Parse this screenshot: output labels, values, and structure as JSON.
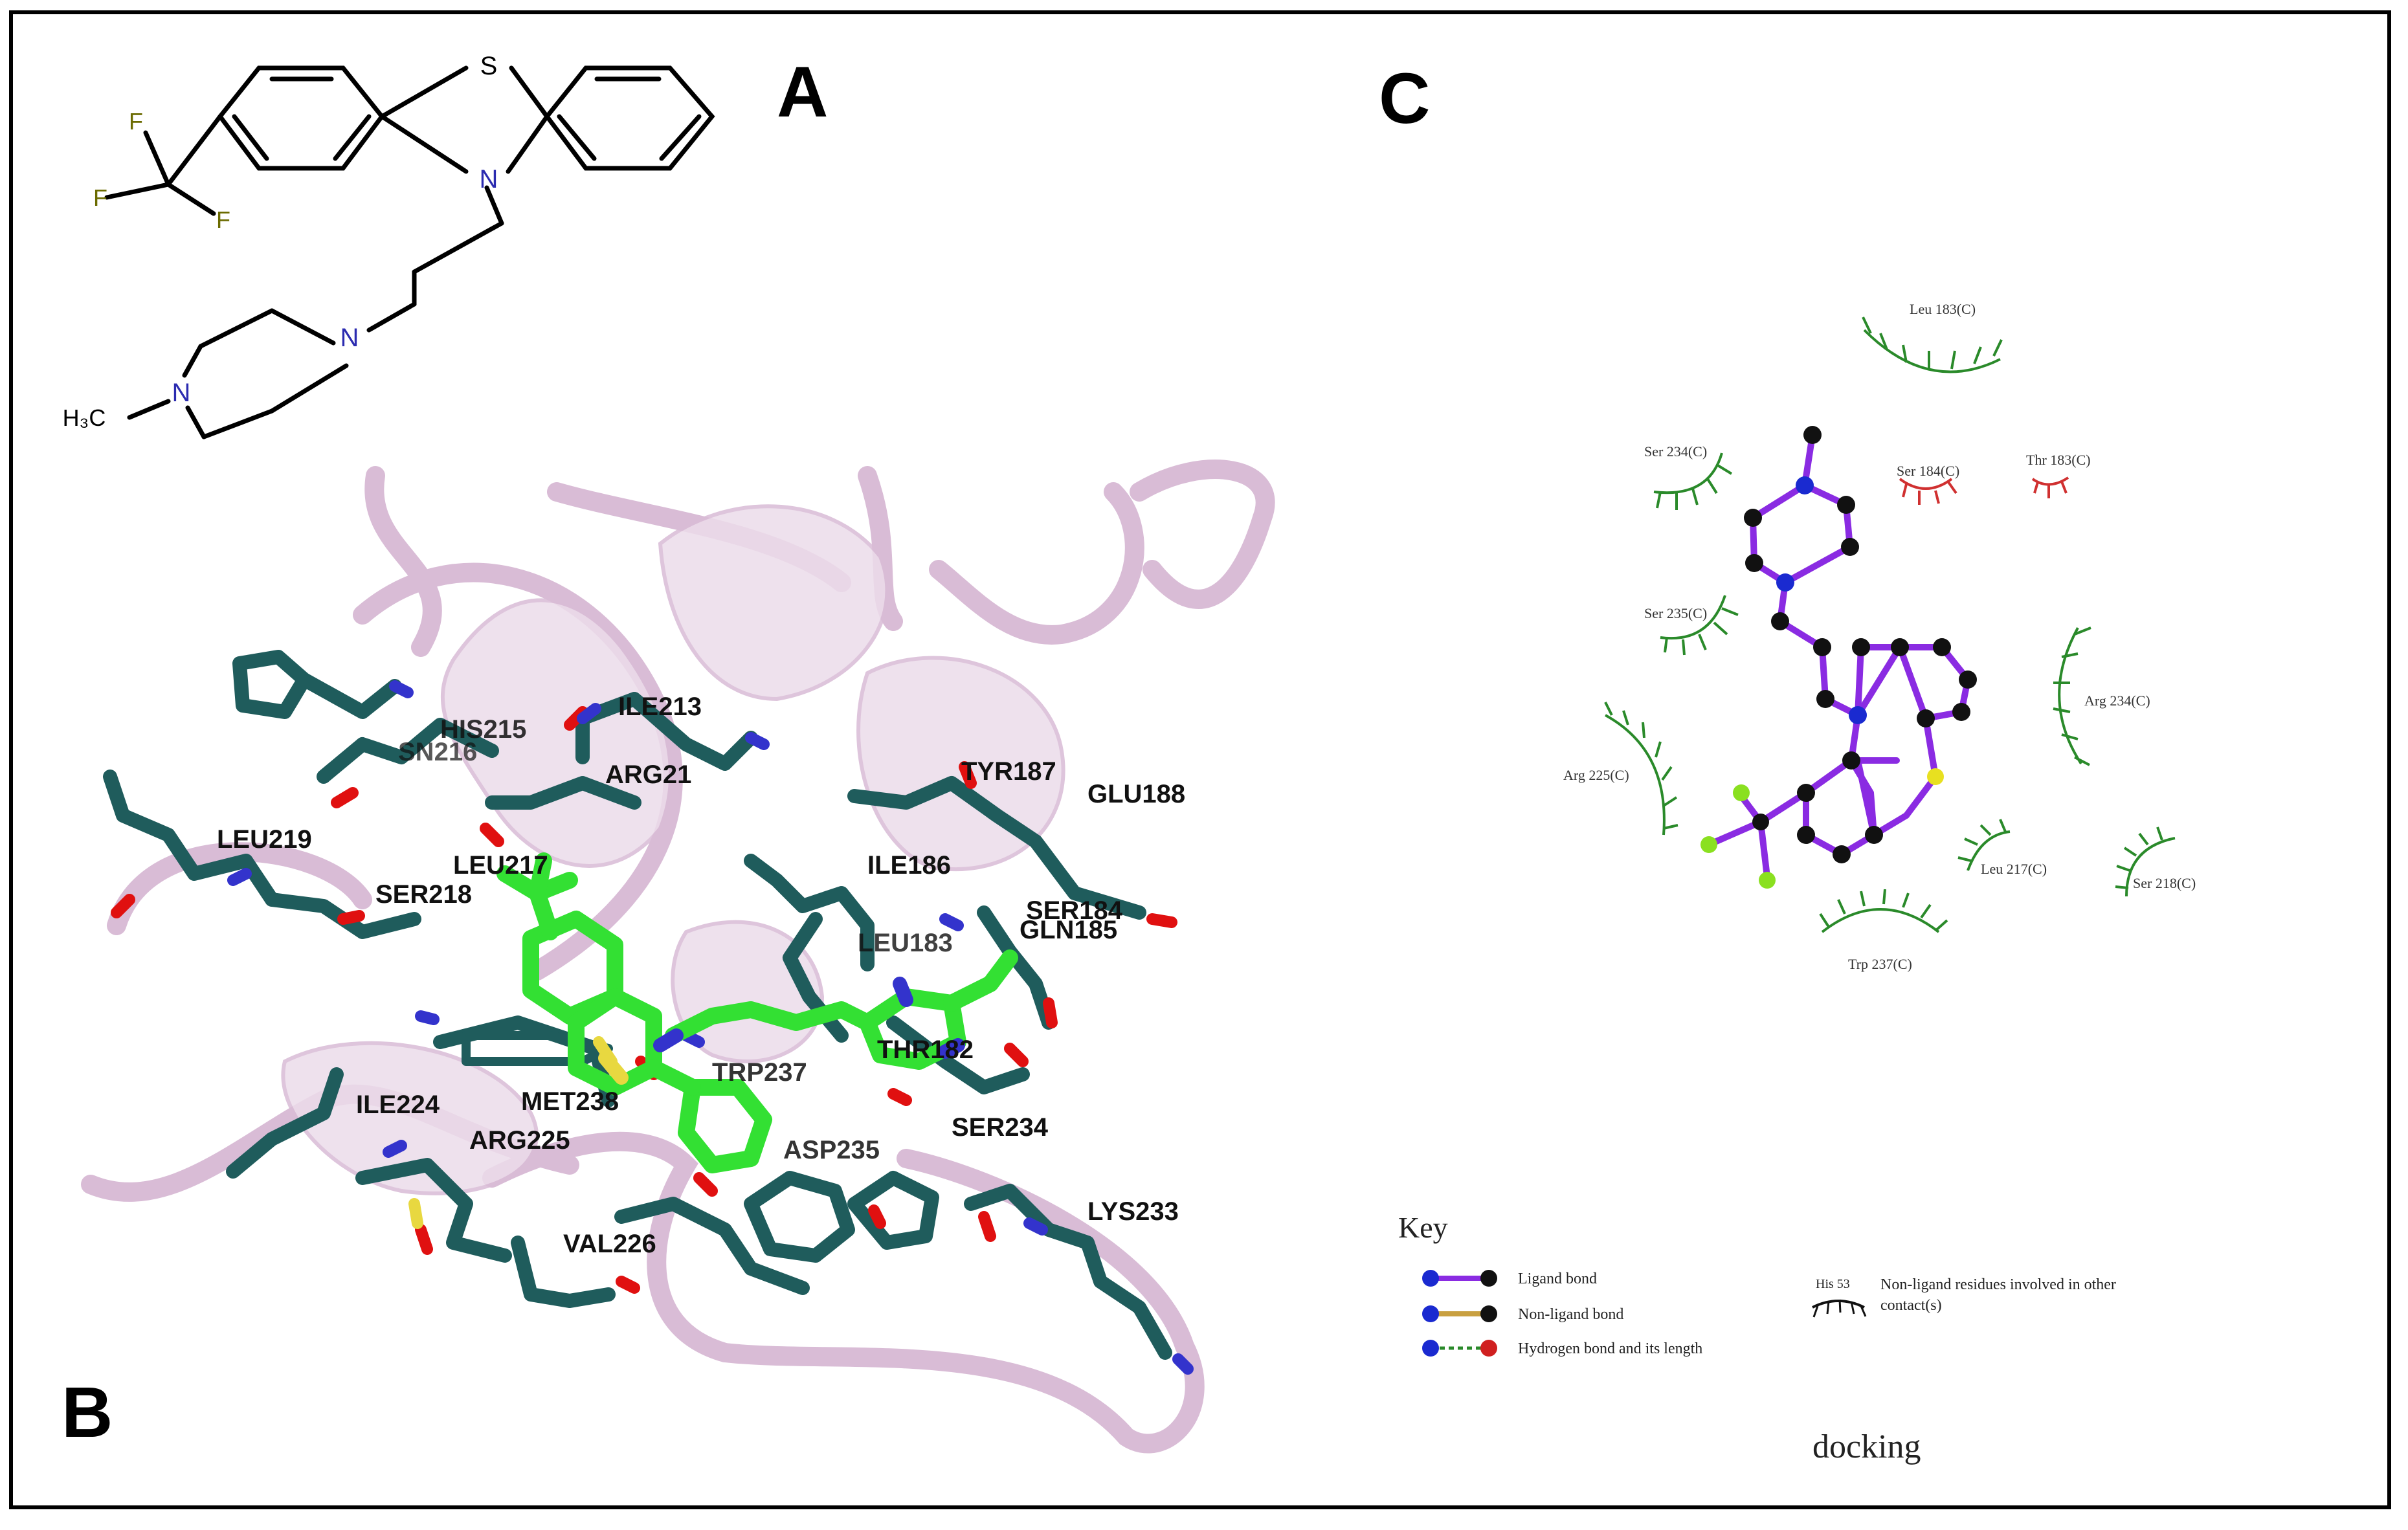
{
  "panels": {
    "a": "A",
    "b": "B",
    "c": "C"
  },
  "structure_a": {
    "atoms": {
      "s": "S",
      "n_ring": "N",
      "n_pip1": "N",
      "n_pip2": "N",
      "f1": "F",
      "f2": "F",
      "f3": "F",
      "methyl": "H₃C"
    },
    "colors": {
      "bond": "#000000",
      "nitrogen": "#2b2bb0",
      "fluorine": "#6b6b00"
    }
  },
  "residues_b": [
    "HIS215",
    "SN216",
    "ILE213",
    "ARG21",
    "LEU219",
    "LEU217",
    "SER218",
    "TYR187",
    "GLU188",
    "ILE186",
    "SER184",
    "LEU183",
    "GLN185",
    "THR182",
    "TRP237",
    "ILE224",
    "MET238",
    "ARG225",
    "ASP235",
    "SER234",
    "VAL226",
    "LYS233"
  ],
  "colors_b": {
    "ribbon": "#d9bcd6",
    "residue": "#1f5c5c",
    "ligand": "#33e033",
    "oxygen": "#e01010",
    "nitrogen": "#3333cc",
    "sulfur": "#e8d840"
  },
  "ligplot_c": {
    "residues": [
      {
        "label": "Leu 183(C)",
        "color": "#2a8a2a"
      },
      {
        "label": "Ser 234(C)",
        "color": "#2a8a2a"
      },
      {
        "label": "Ser 184(C)",
        "color": "#d03030"
      },
      {
        "label": "Thr 183(C)",
        "color": "#d03030"
      },
      {
        "label": "Ser 235(C)",
        "color": "#2a8a2a"
      },
      {
        "label": "Arg 234(C)",
        "color": "#2a8a2a"
      },
      {
        "label": "Arg 225(C)",
        "color": "#2a8a2a"
      },
      {
        "label": "Leu 217(C)",
        "color": "#2a8a2a"
      },
      {
        "label": "Ser 218(C)",
        "color": "#2a8a2a"
      },
      {
        "label": "Trp 237(C)",
        "color": "#2a8a2a"
      }
    ],
    "key": {
      "title": "Key",
      "ligand_bond": "Ligand bond",
      "non_ligand_bond": "Non-ligand bond",
      "hbond": "Hydrogen bond and its length",
      "hydrophobic_label": "His 53",
      "hydrophobic_desc_1": "Non-ligand residues involved in other",
      "hydrophobic_desc_2": "contact(s)"
    },
    "caption": "docking",
    "colors": {
      "ligand_bond": "#8a2be2",
      "atom": "#111111",
      "nitrogen": "#1a2ad0",
      "sulfur": "#e8e020",
      "fluorine": "#8ae020"
    }
  }
}
